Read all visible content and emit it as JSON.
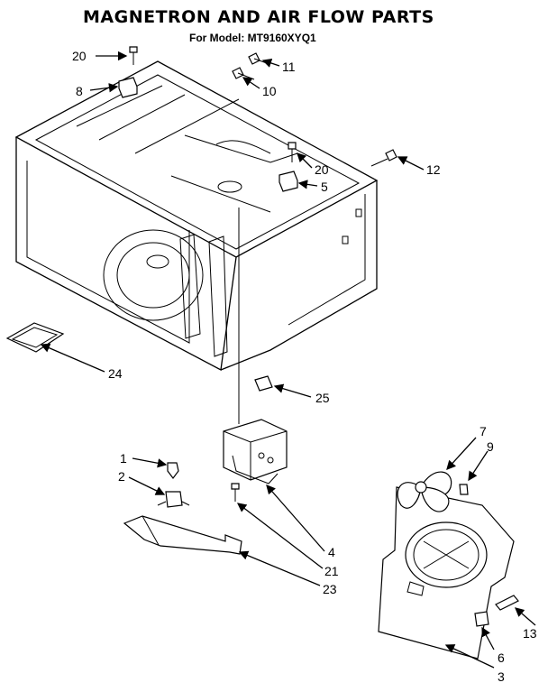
{
  "header": {
    "title": "MAGNETRON AND AIR FLOW PARTS",
    "model_line": "For Model: MT9160XYQ1"
  },
  "callouts": [
    "20",
    "11",
    "8",
    "10",
    "20",
    "5",
    "12",
    "24",
    "25",
    "7",
    "9",
    "1",
    "2",
    "4",
    "21",
    "23",
    "13",
    "6",
    "3"
  ]
}
